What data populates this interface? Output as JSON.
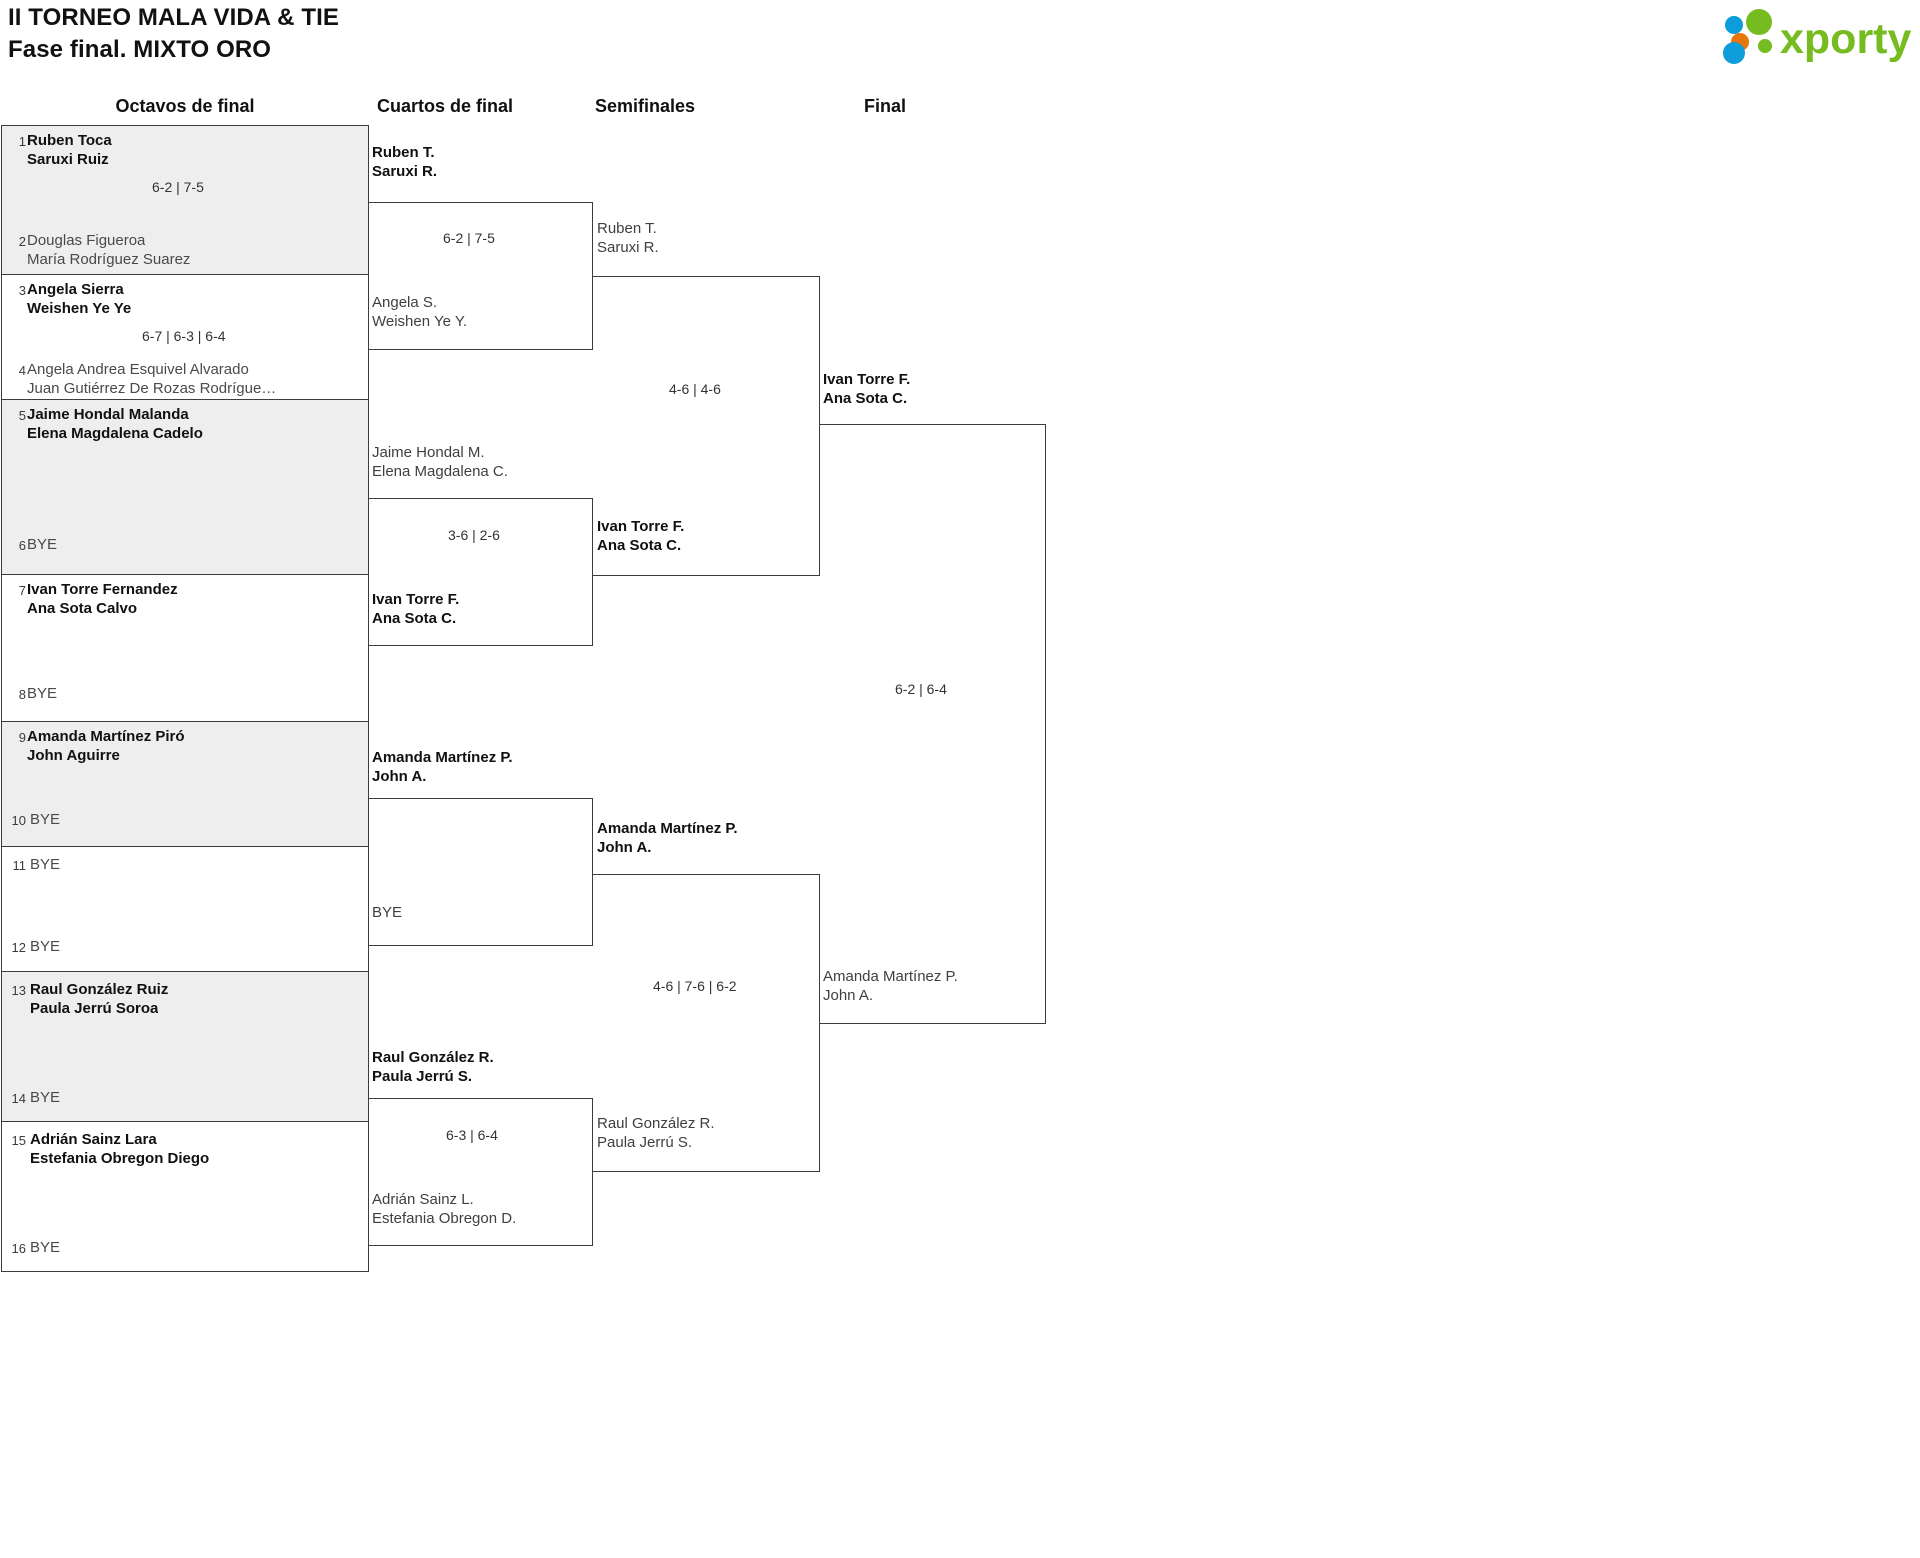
{
  "header": {
    "title_line1": "II TORNEO MALA VIDA & TIE",
    "title_line2": "Fase final. MIXTO ORO",
    "logo_text": "xporty",
    "logo_colors": {
      "blue": "#0d9ddb",
      "orange": "#e8760d",
      "green": "#76bc21"
    }
  },
  "rounds": [
    {
      "label": "Octavos de final"
    },
    {
      "label": "Cuartos de final"
    },
    {
      "label": "Semifinales"
    },
    {
      "label": "Final"
    }
  ],
  "bye_label": "BYE",
  "round1": {
    "matches": [
      {
        "p1": {
          "seed": "1",
          "line1": "Ruben Toca",
          "line2": "Saruxi Ruiz",
          "result": "win"
        },
        "p2": {
          "seed": "2",
          "line1": "Douglas Figueroa",
          "line2": "María Rodríguez Suarez",
          "result": "lose"
        },
        "score": "6-2 | 7-5"
      },
      {
        "p1": {
          "seed": "3",
          "line1": "Angela Sierra",
          "line2": "Weishen Ye Ye",
          "result": "win"
        },
        "p2": {
          "seed": "4",
          "line1": "Angela Andrea Esquivel Alvarado",
          "line2": "Juan Gutiérrez De Rozas Rodrígue…",
          "result": "lose"
        },
        "score": "6-7 | 6-3 | 6-4"
      },
      {
        "p1": {
          "seed": "5",
          "line1": "Jaime Hondal Malanda",
          "line2": "Elena Magdalena Cadelo",
          "result": "win"
        },
        "p2": {
          "seed": "6",
          "line1": "BYE",
          "line2": "",
          "result": "bye"
        },
        "score": ""
      },
      {
        "p1": {
          "seed": "7",
          "line1": "Ivan Torre Fernandez",
          "line2": "Ana Sota Calvo",
          "result": "win"
        },
        "p2": {
          "seed": "8",
          "line1": "BYE",
          "line2": "",
          "result": "bye"
        },
        "score": ""
      },
      {
        "p1": {
          "seed": "9",
          "line1": "Amanda Martínez Piró",
          "line2": "John Aguirre",
          "result": "win"
        },
        "p2": {
          "seed": "10",
          "line1": "BYE",
          "line2": "",
          "result": "bye"
        },
        "score": ""
      },
      {
        "p1": {
          "seed": "11",
          "line1": "BYE",
          "line2": "",
          "result": "bye"
        },
        "p2": {
          "seed": "12",
          "line1": "BYE",
          "line2": "",
          "result": "bye"
        },
        "score": ""
      },
      {
        "p1": {
          "seed": "13",
          "line1": "Raul González Ruiz",
          "line2": "Paula Jerrú Soroa",
          "result": "win"
        },
        "p2": {
          "seed": "14",
          "line1": "BYE",
          "line2": "",
          "result": "bye"
        },
        "score": ""
      },
      {
        "p1": {
          "seed": "15",
          "line1": "Adrián Sainz Lara",
          "line2": "Estefania Obregon Diego",
          "result": "win"
        },
        "p2": {
          "seed": "16",
          "line1": "BYE",
          "line2": "",
          "result": "bye"
        },
        "score": ""
      }
    ]
  },
  "round2": {
    "matches": [
      {
        "p1": {
          "line1": "Ruben T.",
          "line2": "Saruxi R.",
          "result": "win"
        },
        "p2": {
          "line1": "Angela S.",
          "line2": "Weishen Ye Y.",
          "result": "lose"
        },
        "score": "6-2 | 7-5"
      },
      {
        "p1": {
          "line1": "Jaime Hondal M.",
          "line2": "Elena Magdalena C.",
          "result": "lose"
        },
        "p2": {
          "line1": "Ivan Torre F.",
          "line2": "Ana Sota C.",
          "result": "win"
        },
        "score": "3-6 | 2-6"
      },
      {
        "p1": {
          "line1": "Amanda Martínez P.",
          "line2": "John A.",
          "result": "win"
        },
        "p2": {
          "line1": "BYE",
          "line2": "",
          "result": "bye"
        },
        "score": ""
      },
      {
        "p1": {
          "line1": "Raul González R.",
          "line2": "Paula Jerrú S.",
          "result": "win"
        },
        "p2": {
          "line1": "Adrián Sainz L.",
          "line2": "Estefania Obregon D.",
          "result": "lose"
        },
        "score": "6-3 | 6-4"
      }
    ]
  },
  "round3": {
    "matches": [
      {
        "p1": {
          "line1": "Ruben T.",
          "line2": "Saruxi R.",
          "result": "lose"
        },
        "p2": {
          "line1": "Ivan Torre F.",
          "line2": "Ana Sota C.",
          "result": "win"
        },
        "score": "4-6 | 4-6"
      },
      {
        "p1": {
          "line1": "Amanda Martínez P.",
          "line2": "John A.",
          "result": "win"
        },
        "p2": {
          "line1": "Raul González R.",
          "line2": "Paula Jerrú S.",
          "result": "lose"
        },
        "score": "4-6 | 7-6 | 6-2"
      }
    ]
  },
  "round4": {
    "matches": [
      {
        "p1": {
          "line1": "Ivan Torre F.",
          "line2": "Ana Sota C.",
          "result": "win"
        },
        "p2": {
          "line1": "Amanda Martínez P.",
          "line2": "John A.",
          "result": "lose"
        },
        "score": "6-2 | 6-4"
      }
    ]
  }
}
